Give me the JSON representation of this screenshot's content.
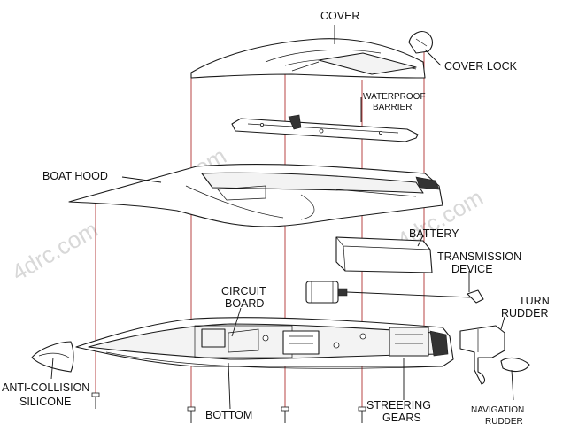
{
  "watermarks": [
    "4drc.com",
    "4drc.com",
    "4drc.com"
  ],
  "labels": {
    "cover": "COVER",
    "cover_lock": "COVER LOCK",
    "waterproof_barrier_1": "WATERPROOF",
    "waterproof_barrier_2": "BARRIER",
    "boat_hood": "BOAT HOOD",
    "battery": "BATTERY",
    "transmission_1": "TRANSMISSION",
    "transmission_2": "DEVICE",
    "turn_rudder_1": "TURN",
    "turn_rudder_2": "RUDDER",
    "circuit_board_1": "CIRCUIT",
    "circuit_board_2": "BOARD",
    "anti_collision_1": "ANTI-COLLISION",
    "anti_collision_2": "SILICONE",
    "bottom": "BOTTOM",
    "steering_gears_1": "STREERING",
    "steering_gears_2": "GEARS",
    "navigation_rudder_1": "NAVIGATION",
    "navigation_rudder_2": "RUDDER"
  }
}
